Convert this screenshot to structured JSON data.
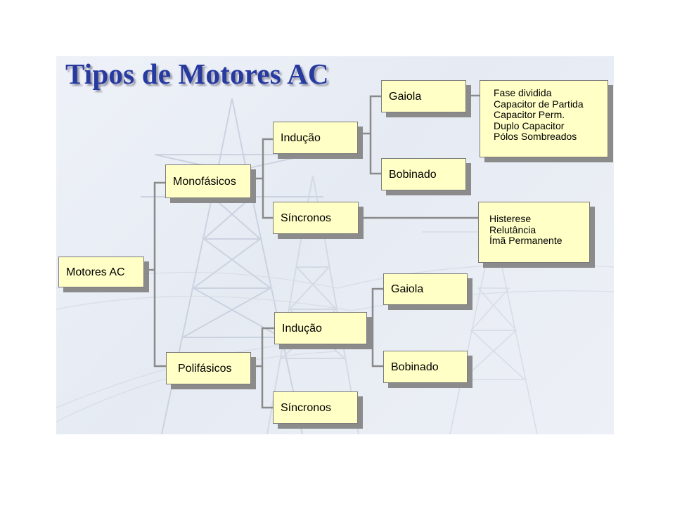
{
  "title": "Tipos de Motores AC",
  "colors": {
    "title": "#273aa0",
    "box_fill": "#ffffc6",
    "box_shadow": "#8b8b8b",
    "connector": "#8a8a8a",
    "background": "#eaeef5"
  },
  "nodes": {
    "root": "Motores AC",
    "mono": "Monofásicos",
    "poly": "Polifásicos",
    "mono_inducao": "Indução",
    "mono_sincronos": "Síncronos",
    "mono_gaiola": "Gaiola",
    "mono_bobinado": "Bobinado",
    "poly_inducao": "Indução",
    "poly_sincronos": "Síncronos",
    "poly_gaiola": "Gaiola",
    "poly_bobinado": "Bobinado"
  },
  "lists": {
    "gaiola_types": [
      "Fase dividida",
      "Capacitor de Partida",
      "Capacitor Perm.",
      "Duplo Capacitor",
      "Pólos Sombreados"
    ],
    "sincronos_types": [
      "Histerese",
      "Relutância",
      "Ímã Permanente"
    ]
  }
}
